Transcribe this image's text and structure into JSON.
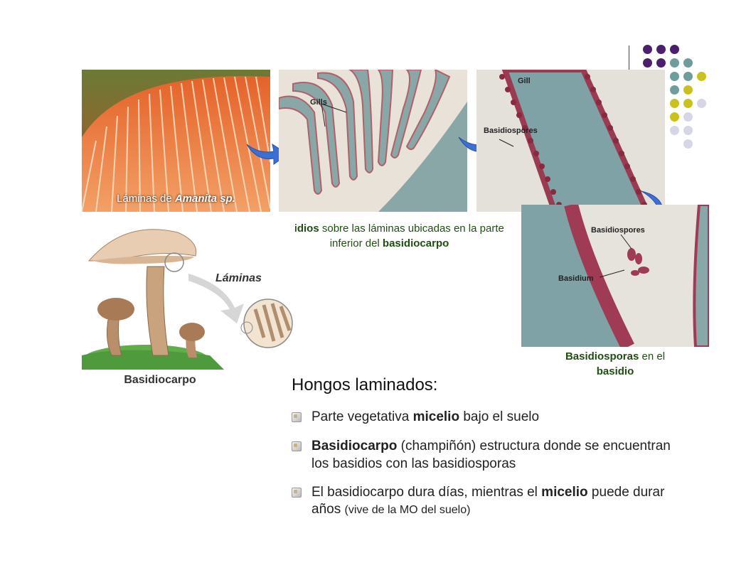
{
  "slide": {
    "title": "Hongos laminados:",
    "bullets": [
      {
        "a": "Parte vegetativa ",
        "sym": "",
        "b": "micelio",
        "c": " bajo el suelo"
      },
      {
        "a": "Basidiocarpo",
        "b": " (champiñón) ",
        "sym": "",
        "c": "estructura donde se encuentran los basidios con las basidiosporas"
      },
      {
        "a": "El basidiocarpo dura días, mientras el ",
        "b": "micelio",
        "c": " puede durar años ",
        "d": "(vive de la MO del suelo)"
      }
    ]
  },
  "captions": {
    "photo1": {
      "text": "Láminas de ",
      "italic": "Amanita sp."
    },
    "basidios": {
      "bold1": "Basidios",
      "mid": " sobre las láminas ubicadas en la parte inferior del ",
      "bold2": "basidiocarpo"
    },
    "basidiosporas": {
      "bold1": "Basidiosporas",
      "mid": " en el ",
      "bold2": "basidio"
    },
    "laminas": "Láminas",
    "basidiocarpo": "Basidiocarpo"
  },
  "micro_labels": {
    "gills": "Gills",
    "gill": "Gill",
    "basidiospores": "Basidiospores",
    "basidiospores2": "Basidiospores",
    "basidium": "Basidium"
  },
  "colors": {
    "purple": "#4a1f6b",
    "teal": "#6e9d9c",
    "yellow": "#c9c21a",
    "lavender": "#d6d6e6",
    "caption_green": "#1f4e12",
    "arrow_blue": "#3b6fd8"
  }
}
